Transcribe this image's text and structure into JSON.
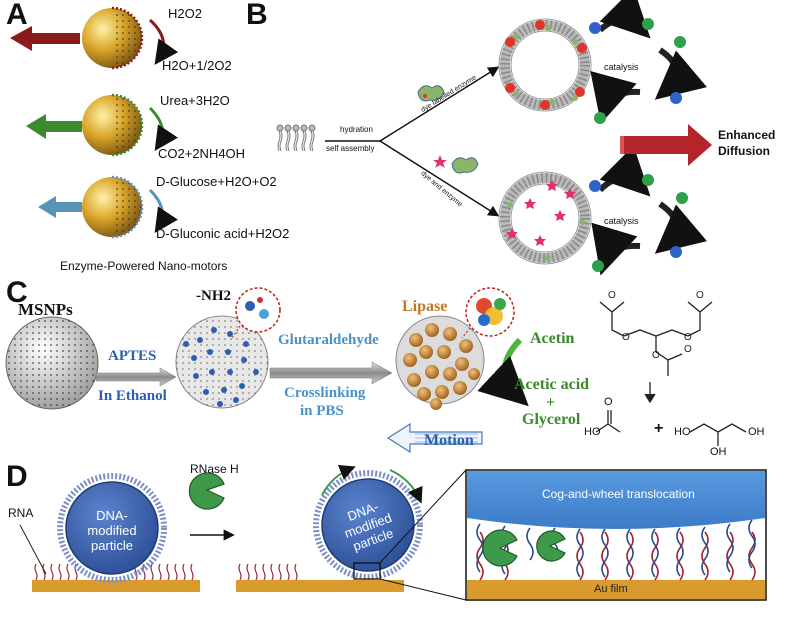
{
  "panelA": {
    "label": "A",
    "caption": "Enzyme-Powered Nano-motors",
    "reactions": [
      {
        "reactant": "H2O2",
        "product": "H2O+1/2O2",
        "color": "#8b1a1a"
      },
      {
        "reactant": "Urea+3H2O",
        "product": "CO2+2NH4OH",
        "color": "#3d8a2e"
      },
      {
        "reactant": "D-Glucose+H2O+O2",
        "product": "D-Gluconic acid+H2O2",
        "color": "#5a93b8"
      }
    ]
  },
  "panelB": {
    "label": "B",
    "hydration": "hydration",
    "self_assembly": "self assembly",
    "dye_labelled_enzyme": "dye labelled enzyme",
    "dye_and_enzyme": "dye and enzyme",
    "catalysis": "catalysis",
    "enhanced": "Enhanced",
    "diffusion": "Diffusion"
  },
  "panelC": {
    "label": "C",
    "msnps": "MSNPs",
    "aptes": "APTES",
    "in_ethanol": "In Ethanol",
    "nh2": "-NH2",
    "glutaraldehyde": "Glutaraldehyde",
    "crosslinking": "Crosslinking",
    "in_pbs": "in PBS",
    "lipase": "Lipase",
    "acetin": "Acetin",
    "acetic_acid": "Acetic acid",
    "plus": "+",
    "glycerol": "Glycerol",
    "motion": "Motion",
    "mol_ho": "HO",
    "mol_oh": "OH",
    "mol_ho2": "HO",
    "mol_oh2": "OH",
    "mol_plus": "+"
  },
  "panelD": {
    "label": "D",
    "rna": "RNA",
    "rnase": "RNase H",
    "particle_line1": "DNA-",
    "particle_line2": "modified",
    "particle_line3": "particle",
    "cog": "Cog-and-wheel translocation",
    "au": "Au film"
  },
  "colors": {
    "red_arrow": "#8b1a1a",
    "green_arrow": "#3d8a2e",
    "blue_arrow": "#5a93b8",
    "gold": "#d9a52a",
    "particle_blue": "#3a5fa8",
    "au_film": "#d99a2e",
    "cog_blue": "#4a8ad4",
    "pacman_green": "#3e9a4a"
  }
}
